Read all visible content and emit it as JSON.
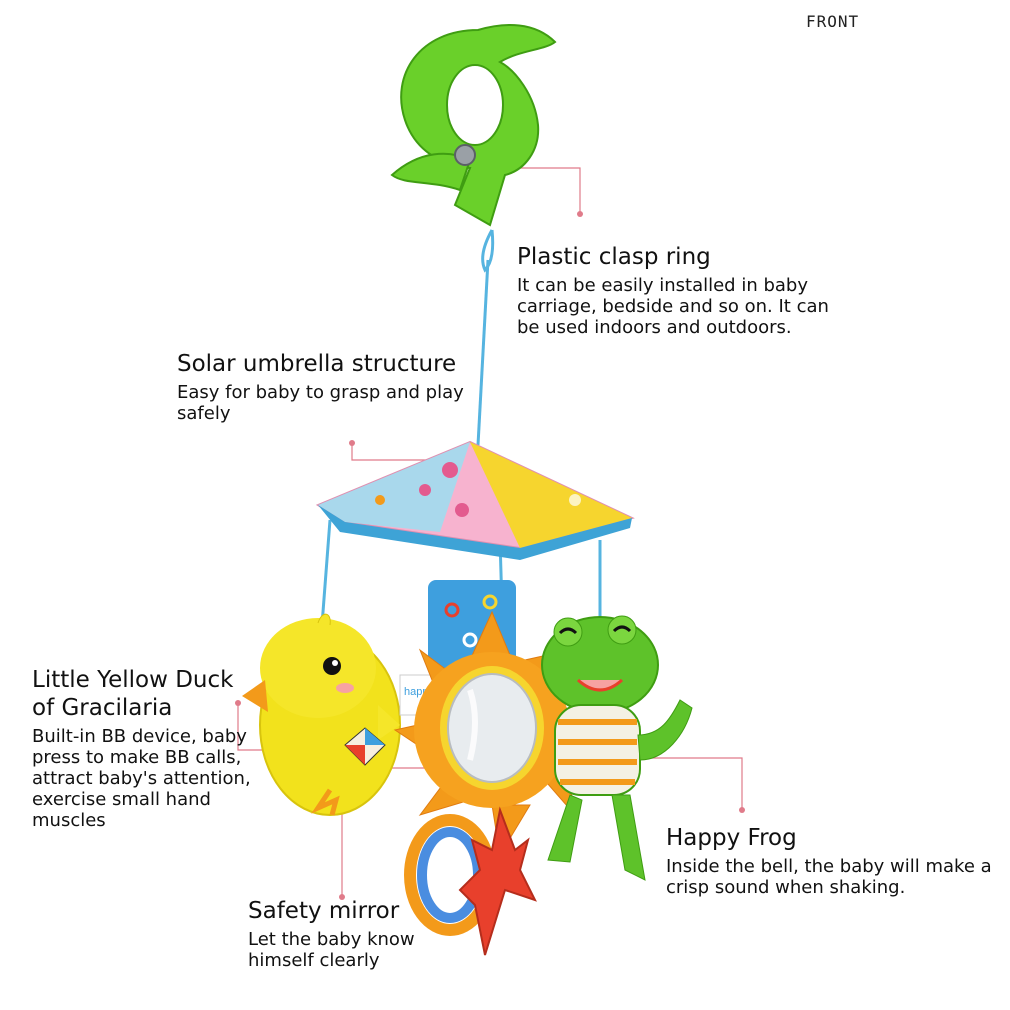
{
  "corner_label": "FRONT",
  "callouts": {
    "clasp": {
      "title": "Plastic clasp ring",
      "desc": "It can be easily installed in baby carriage, bedside and so on. It can be used indoors and outdoors."
    },
    "umbrella": {
      "title": "Solar umbrella structure",
      "desc": "Easy for baby to grasp and play safely"
    },
    "duck": {
      "title": "Little Yellow Duck of Gracilaria",
      "desc": "Built-in BB device, baby press to make BB calls, attract baby's attention, exercise small hand muscles"
    },
    "frog": {
      "title": "Happy Frog",
      "desc": "Inside the bell, the baby will make a crisp sound when shaking."
    },
    "mirror": {
      "title": "Safety mirror",
      "desc": "Let the baby know himself clearly"
    }
  },
  "tag_text": "happy",
  "colors": {
    "leader_line": "#e07b8a",
    "clasp_green": "#6ad02a",
    "string_blue": "#56b4e0",
    "duck_yellow": "#f2e21c",
    "frog_green": "#5ec22a",
    "petal_orange": "#f39a1a",
    "ring_blue": "#4a8de0",
    "star_red": "#e8402c"
  }
}
